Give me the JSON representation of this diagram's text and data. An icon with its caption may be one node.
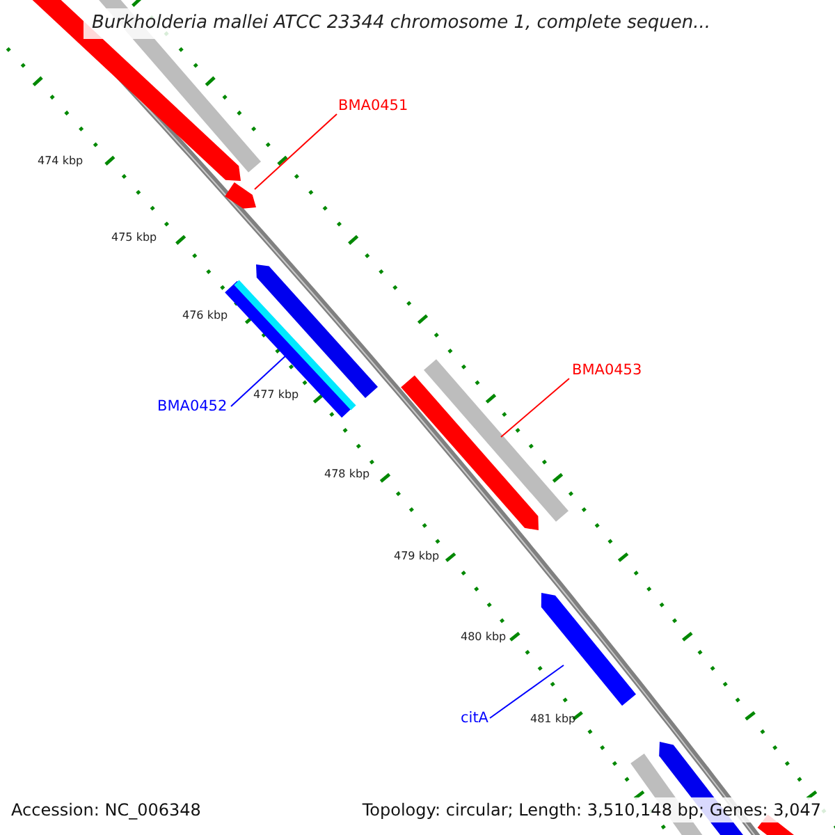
{
  "diagram": {
    "title": "Burkholderia mallei ATCC 23344 chromosome 1, complete sequen...",
    "nodes": [
      {
        "text": [
          "BMA0451"
        ]
      },
      {
        "text": [],
        "shape": "bar"
      },
      {
        "text": [
          "BMA0453"
        ]
      },
      {
        "text": [],
        "shape": "bar"
      },
      {
        "text": [
          "BMA0452"
        ]
      },
      {
        "text": [],
        "shape": "bar"
      },
      {
        "text": [
          "citA"
        ]
      },
      {
        "text": [],
        "shape": "bar"
      }
    ],
    "edges": [
      {
        "from": 0,
        "to": 1,
        "arrow": "none",
        "color": "#ff0000"
      },
      {
        "from": 2,
        "to": 3,
        "arrow": "none",
        "color": "#ff0000"
      },
      {
        "from": 4,
        "to": 5,
        "arrow": "none",
        "color": "#0000ff"
      },
      {
        "from": 6,
        "to": 7,
        "arrow": "none",
        "color": "#0000ff"
      }
    ],
    "labels": [
      "474 kbp",
      "475 kbp",
      "476 kbp",
      "477 kbp",
      "478 kbp",
      "479 kbp",
      "480 kbp",
      "481 kbp",
      "Accession: NC_006348",
      "Topology: circular; Length: 3,510,148 bp; Genes: 3,047"
    ]
  }
}
